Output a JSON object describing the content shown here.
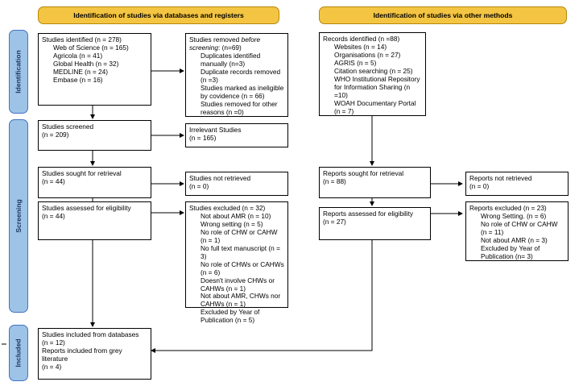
{
  "headers": {
    "databases": "Identification of studies via databases and registers",
    "other": "Identification of studies via other methods"
  },
  "phases": {
    "identification": "Identification",
    "screening": "Screening",
    "included": "Included"
  },
  "db_identified": {
    "title": "Studies identified (n = 278)",
    "items": [
      "Web of Science (n = 165)",
      "Agricola (n = 41)",
      "Global Health (n = 32)",
      "MEDLINE (n = 24)",
      "Embase (n = 16)"
    ]
  },
  "db_removed": {
    "title_prefix": "Studies removed ",
    "title_italic": "before screening",
    "title_suffix": ": (n=69)",
    "items": [
      "Duplicates identified manually (n=3)",
      "Duplicate records removed (n =3)",
      "Studies marked as ineligible by covidence (n = 66)",
      "Studies removed for other reasons (n =0)"
    ]
  },
  "other_identified": {
    "title": "Records identified (n =88)",
    "items": [
      "Websites (n = 14)",
      "Organisations (n = 27)",
      "AGRIS (n = 5)",
      "Citation searching (n = 25)",
      "WHO Institutional Repository for Information Sharing (n =10)",
      "WOAH Documentary Portal (n = 7)"
    ]
  },
  "db_screened": {
    "line1": "Studies screened",
    "line2": "(n = 209)"
  },
  "db_irrelevant": {
    "line1": "Irrelevant Studies",
    "line2": "(n = 165)"
  },
  "db_sought": {
    "line1": "Studies sought for retrieval",
    "line2": "(n = 44)"
  },
  "db_not_retrieved": {
    "line1": "Studies not retrieved",
    "line2": "(n = 0)"
  },
  "db_assessed": {
    "line1": "Studies assessed for eligibility",
    "line2": "(n = 44)"
  },
  "db_excluded": {
    "title": "Studies excluded (n = 32)",
    "items": [
      "Not about AMR (n = 10)",
      "Wrong setting (n = 5)",
      "No role of CHW or CAHW (n = 1)",
      "No full text manuscript (n = 3)",
      "No role of CHWs or CAHWs (n = 6)",
      "Doesn't involve CHWs or CAHWs (n = 1)",
      "Not about AMR, CHWs nor CAHWs (n = 1)",
      "Excluded by Year of Publication (n = 5)"
    ]
  },
  "other_sought": {
    "line1": "Reports sought for retrieval",
    "line2": "(n = 88)"
  },
  "other_not_retrieved": {
    "line1": "Reports not retrieved",
    "line2": "(n = 0)"
  },
  "other_assessed": {
    "line1": "Reports assessed for eligibility",
    "line2": "(n = 27)"
  },
  "other_excluded": {
    "title": "Reports excluded (n = 23)",
    "items": [
      "Wrong Setting. (n = 6)",
      "No role of CHW or CAHW (n = 11)",
      "Not about AMR (n = 3)",
      "Excluded by Year of Publication (n= 3)"
    ]
  },
  "included": {
    "line1": "Studies included from databases",
    "line2": "(n = 12)",
    "line3": "Reports included from grey literature",
    "line4": "(n = 4)"
  },
  "colors": {
    "header_fill": "#f4c542",
    "phase_fill": "#9dc3e6",
    "phase_text": "#1f3864"
  }
}
